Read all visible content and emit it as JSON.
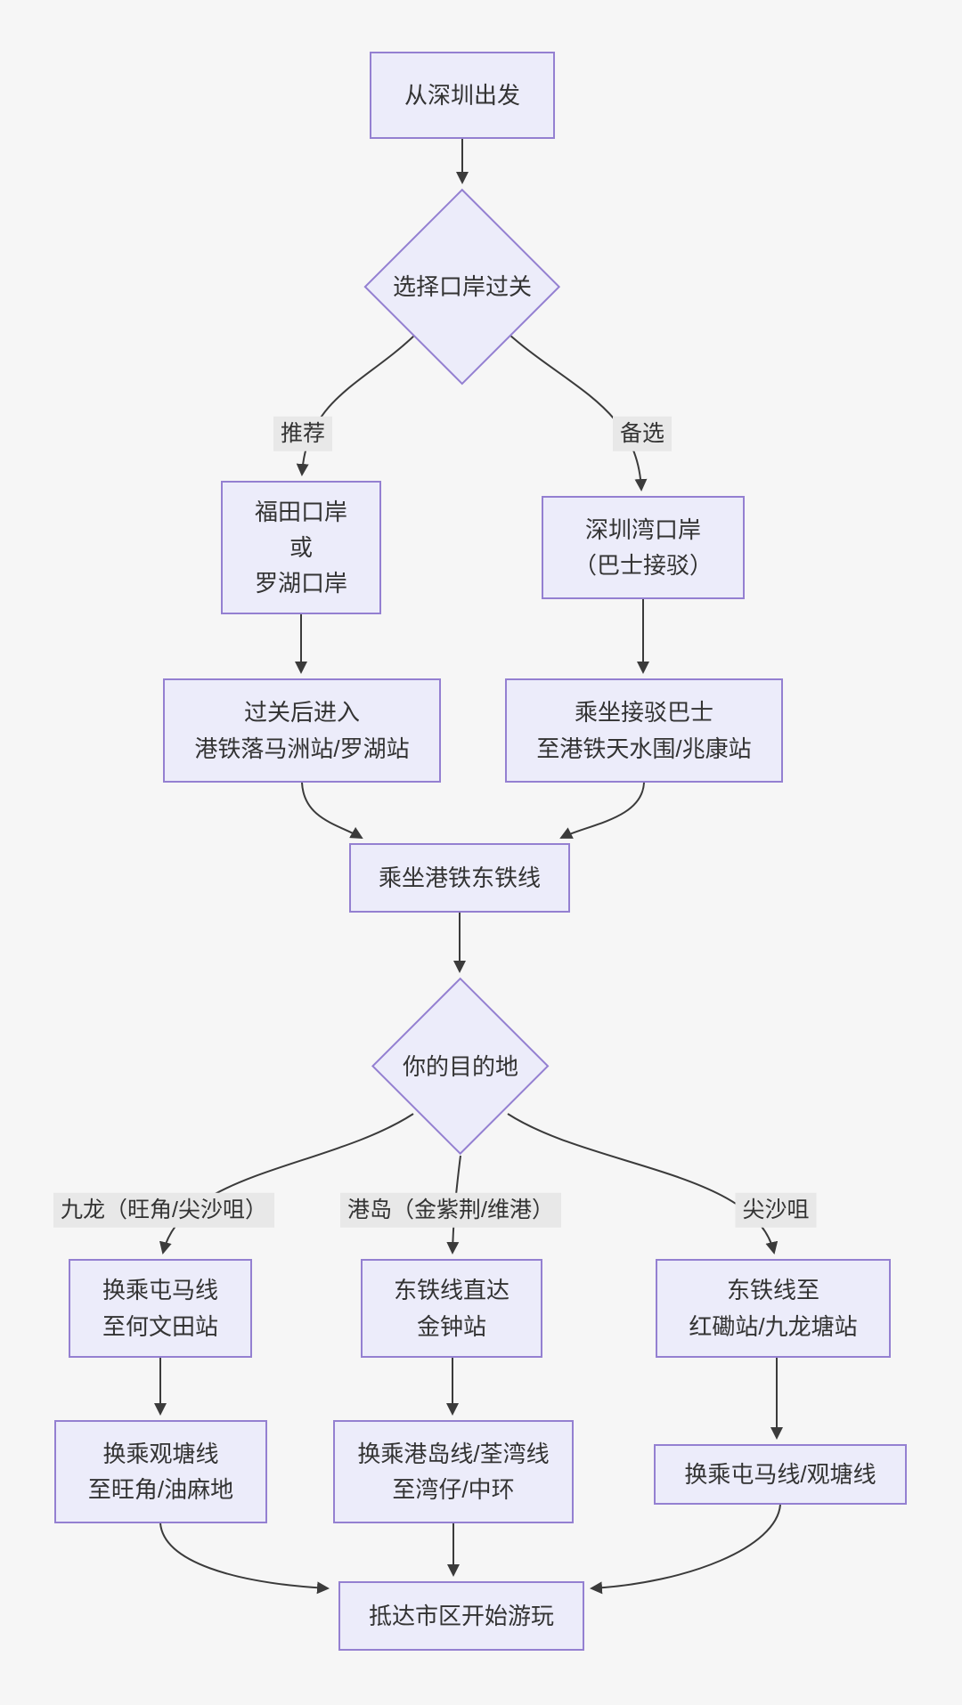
{
  "flowchart": {
    "nodes": {
      "start": {
        "label": "从深圳出发"
      },
      "choose_port": {
        "label": "选择口岸过关"
      },
      "futian_luohu": {
        "label": "福田口岸\n或\n罗湖口岸"
      },
      "shenzhen_bay": {
        "label": "深圳湾口岸\n（巴士接驳）"
      },
      "after_crossing": {
        "label": "过关后进入\n港铁落马洲站/罗湖站"
      },
      "shuttle_bus": {
        "label": "乘坐接驳巴士\n至港铁天水围/兆康站"
      },
      "east_rail": {
        "label": "乘坐港铁东铁线"
      },
      "destination": {
        "label": "你的目的地"
      },
      "tuen_ma_ho_man_tin": {
        "label": "换乘屯马线\n至何文田站"
      },
      "east_rail_admiralty": {
        "label": "东铁线直达\n金钟站"
      },
      "east_rail_hung_hom": {
        "label": "东铁线至\n红磡站/九龙塘站"
      },
      "kwun_tong_mong_kok": {
        "label": "换乘观塘线\n至旺角/油麻地"
      },
      "island_tsuen_wan": {
        "label": "换乘港岛线/荃湾线\n至湾仔/中环"
      },
      "tuen_ma_kwun_tong": {
        "label": "换乘屯马线/观塘线"
      },
      "arrive": {
        "label": "抵达市区开始游玩"
      }
    },
    "edge_labels": {
      "recommended": "推荐",
      "alternative": "备选",
      "kowloon": "九龙（旺角/尖沙咀）",
      "island": "港岛（金紫荆/维港）",
      "tsim_sha_tsui": "尖沙咀"
    },
    "colors": {
      "background": "#F6F6F6",
      "node_fill": "#ECECFA",
      "node_border": "#9480D1",
      "edge": "#3B3B3B",
      "text": "#333333",
      "label_bg": "#E8E8E8"
    }
  }
}
